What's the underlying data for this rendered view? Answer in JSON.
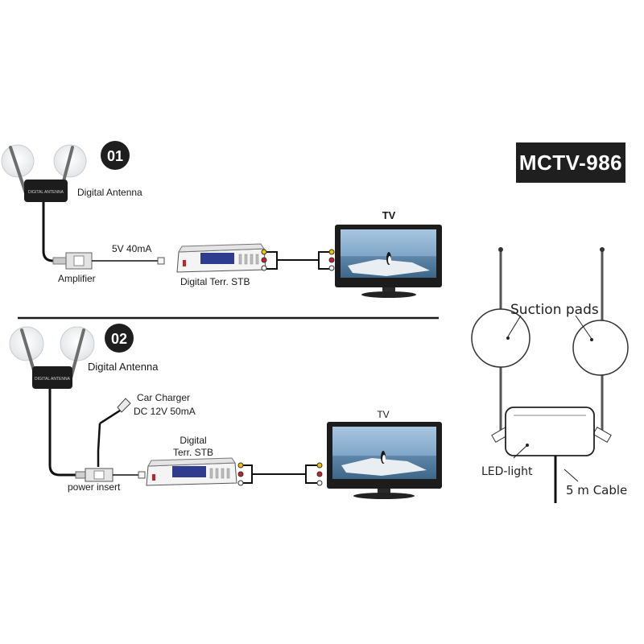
{
  "model": "MCTV-986",
  "setup1": {
    "number": "01",
    "antenna_label": "Digital Antenna",
    "antenna_badge_text": "DIGITAL ANTENNA",
    "power_label": "5V 40mA",
    "amplifier_label": "Amplifier",
    "stb_label": "Digital Terr. STB",
    "tv_label": "TV"
  },
  "setup2": {
    "number": "02",
    "antenna_label": "Digital Antenna",
    "antenna_badge_text": "DIGITAL ANTENNA",
    "charger_label_1": "Car Charger",
    "charger_label_2": "DC 12V 50mA",
    "power_insert_label": "power insert",
    "stb_label_1": "Digital",
    "stb_label_2": "Terr. STB",
    "tv_label": "TV"
  },
  "detail": {
    "suction_label": "Suction pads",
    "led_label": "LED-light",
    "cable_label": "5 m Cable"
  },
  "colors": {
    "badge_bg": "#1f1f1f",
    "stb_screen": "#2e3b8f",
    "rca_yellow": "#f2c200",
    "rca_red": "#c8202a",
    "rca_white": "#f2f2f2",
    "tv_sky": "#8fb2d3",
    "tv_ice": "#e9eef3"
  }
}
